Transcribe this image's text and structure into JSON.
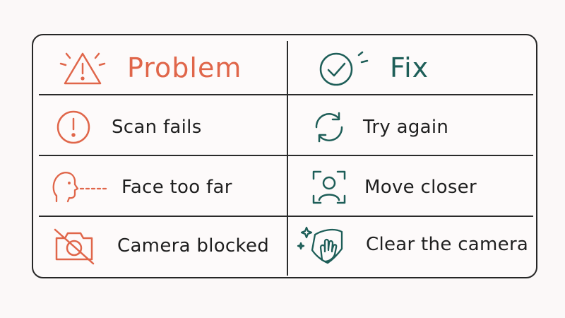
{
  "header": {
    "problem_title": "Problem",
    "fix_title": "Fix"
  },
  "rows": [
    {
      "problem": "Scan fails",
      "fix": "Try again",
      "problem_icon": "alert-circle-icon",
      "fix_icon": "refresh-icon"
    },
    {
      "problem": "Face too far",
      "fix": "Move closer",
      "problem_icon": "face-distance-icon",
      "fix_icon": "face-scan-icon"
    },
    {
      "problem": "Camera blocked",
      "fix": "Clear the camera",
      "problem_icon": "camera-off-icon",
      "fix_icon": "wipe-clean-icon"
    }
  ],
  "colors": {
    "problem": "#e0664a",
    "fix": "#1e5e58",
    "ink": "#262626"
  }
}
